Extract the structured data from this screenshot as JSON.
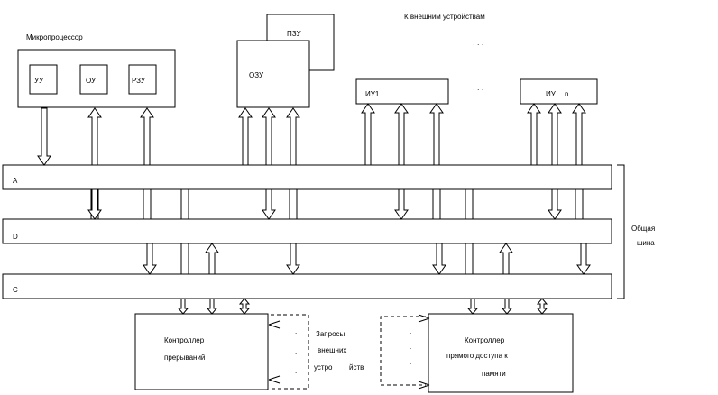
{
  "labels": {
    "microprocessor": "Микропроцессор",
    "uu": "УУ",
    "ou": "ОУ",
    "rzu": "РЗУ",
    "pzu": "ПЗУ",
    "ozu": "ОЗУ",
    "to_external": "К внешним устройствам",
    "iu1": "ИУ1",
    "iun_prefix": "ИУ",
    "iun_suffix": "n",
    "dots": "· · ·",
    "bus_a": "A",
    "bus_d": "D",
    "bus_c": "C",
    "common_bus_line1": "Общая",
    "common_bus_line2": "шина",
    "intr_ctrl_line1": "Контроллер",
    "intr_ctrl_line2": "прерываний",
    "requests_line1": "Запросы",
    "requests_line2": "внешних",
    "requests_line3a": "устро",
    "requests_line3b": "йств",
    "dma_ctrl_line1": "Контроллер",
    "dma_ctrl_line2": "прямого доступа к",
    "dma_ctrl_line3": "памяти"
  }
}
